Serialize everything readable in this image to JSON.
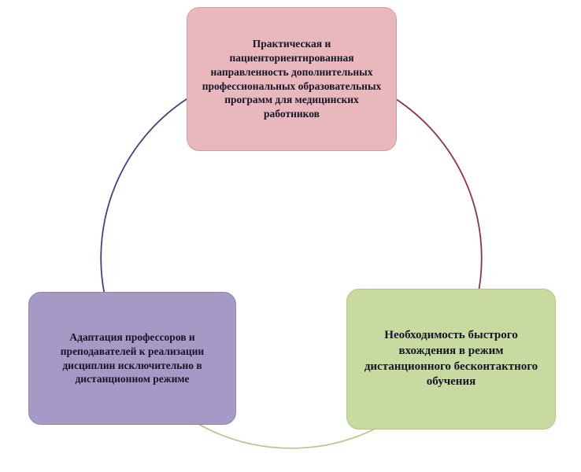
{
  "diagram": {
    "title": "",
    "type": "cycle",
    "nodes": [
      {
        "id": "top",
        "label": "Практическая и пациенториентированная направленность дополнительных профессиональных образовательных программ для медицинских работников",
        "fill": "#e9b8bc",
        "border": "#d89aa0"
      },
      {
        "id": "left",
        "label": "Адаптация профессоров и преподавателей к реализации дисциплин исключительно в дистанционном режиме",
        "fill": "#a699c5",
        "border": "#9183b7"
      },
      {
        "id": "right",
        "label": "Необходимость быстрого вхождения в режим дистанционного бесконтактного обучения",
        "fill": "#c8da9f",
        "border": "#afc782"
      }
    ],
    "arcs": [
      {
        "id": "arc-left",
        "color": "#39477f"
      },
      {
        "id": "arc-right",
        "color": "#8e3540"
      },
      {
        "id": "arc-bottom",
        "color": "#b5ca92"
      }
    ],
    "text_color": "#151528"
  }
}
